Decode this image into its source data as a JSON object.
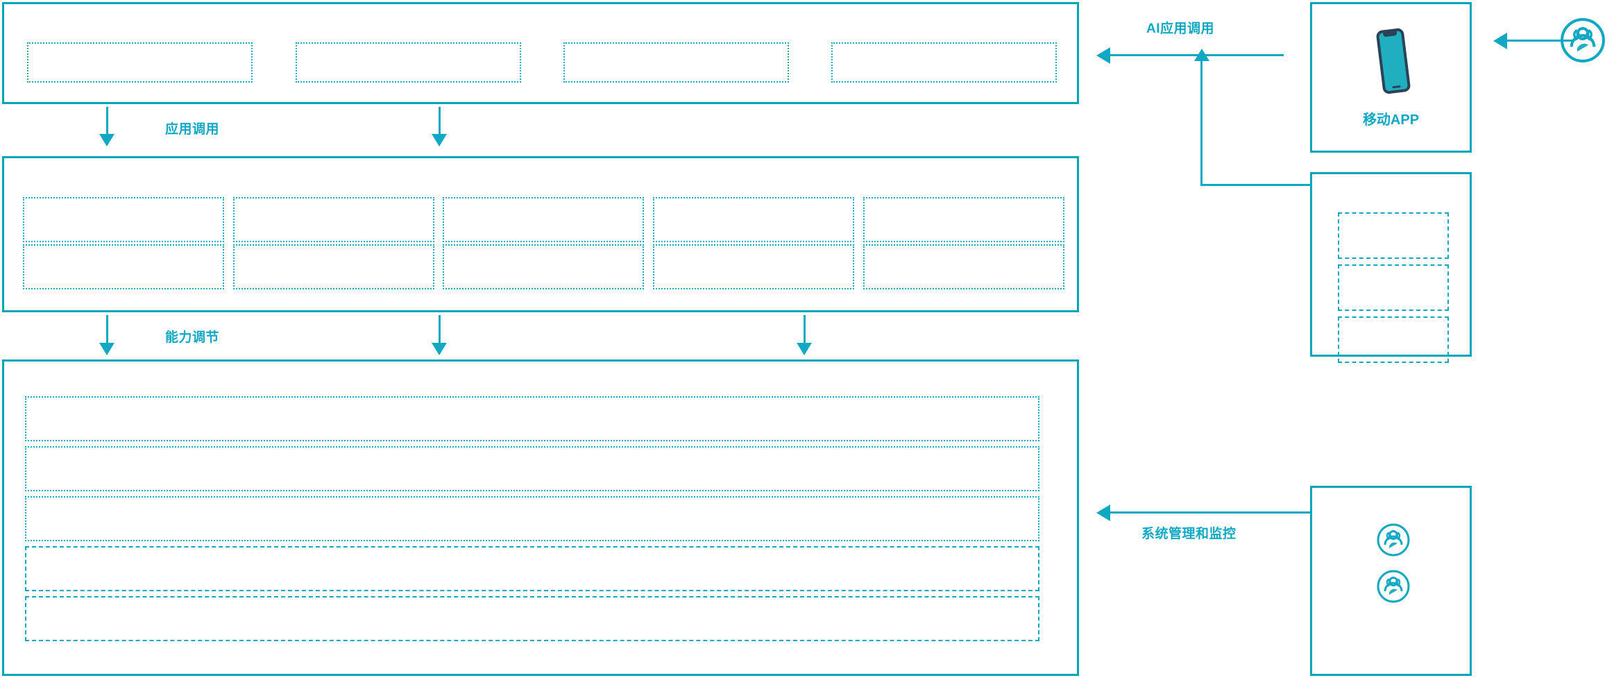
{
  "theme": {
    "accent": "#00A6B8",
    "accent_line": "#11A8C3",
    "phone_body": "#1FAFC0",
    "phone_outline": "#2B4257",
    "background": "#FFFFFF"
  },
  "layers": {
    "application_layer": {
      "name": "application-layer-panel",
      "slots": [
        "",
        "",
        "",
        ""
      ]
    },
    "capability_layer": {
      "name": "capability-layer-panel",
      "slots_row1": [
        "",
        "",
        "",
        "",
        ""
      ],
      "slots_row2": [
        "",
        "",
        "",
        "",
        ""
      ]
    },
    "platform_layer": {
      "name": "platform-layer-panel",
      "slots": [
        "",
        "",
        "",
        "",
        ""
      ]
    }
  },
  "flow_labels": {
    "app_call": "应用调用",
    "capability_tuning": "能力调节",
    "ai_app_call": "AI应用调用",
    "system_management": "系统管理和监控"
  },
  "right_column": {
    "mobile_app_card": {
      "icon": "mobile-phone-icon",
      "label": "移动APP"
    },
    "stacked_card": {
      "slots": [
        "",
        "",
        ""
      ]
    },
    "users_card": {
      "icons": [
        "user-group-icon",
        "user-group-icon"
      ]
    },
    "external_user": {
      "icon": "user-group-icon"
    }
  }
}
